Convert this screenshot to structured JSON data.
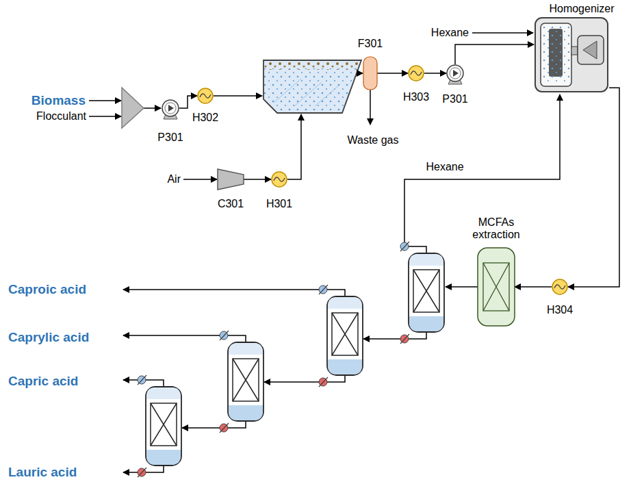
{
  "diagram": {
    "nodes": [
      {
        "text": [
          "P301"
        ]
      },
      {
        "text": [
          "H302"
        ]
      },
      {
        "text": [
          "F301"
        ]
      },
      {
        "text": [
          "H303"
        ]
      },
      {
        "text": [
          "P301"
        ]
      },
      {
        "text": [
          "Homogenizer"
        ]
      },
      {
        "text": [
          "C301"
        ]
      },
      {
        "text": [
          "H301"
        ]
      },
      {
        "text": [
          "H304"
        ]
      },
      {
        "text": [
          "MCFAs extraction"
        ]
      }
    ],
    "edges": [
      {
        "from": 0,
        "to": 1,
        "arrow": "to"
      },
      {
        "from": 2,
        "to": 3,
        "arrow": "to"
      },
      {
        "from": 3,
        "to": 4,
        "arrow": "to"
      },
      {
        "from": 4,
        "to": 5,
        "arrow": "to"
      },
      {
        "from": 5,
        "to": 8,
        "arrow": "to"
      },
      {
        "from": 8,
        "to": 9,
        "arrow": "to"
      },
      {
        "from": 6,
        "to": 7,
        "arrow": "to"
      }
    ],
    "labels": [
      "Biomass",
      "Flocculant",
      "Hexane",
      "Waste gas",
      "Air",
      "Hexane",
      "Caproic acid",
      "Caprylic acid",
      "Capric acid",
      "Lauric acid"
    ]
  }
}
